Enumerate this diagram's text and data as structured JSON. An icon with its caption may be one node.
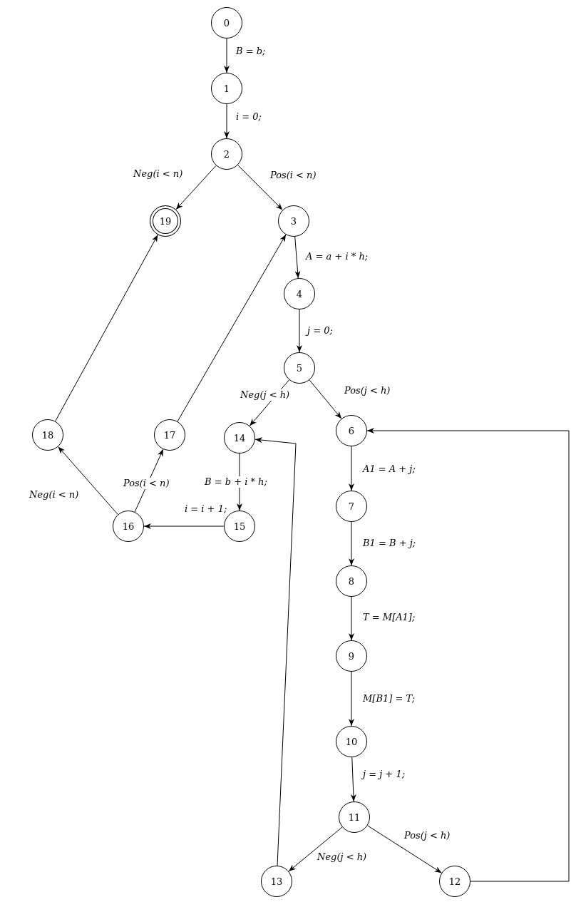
{
  "diagram": {
    "nodes": [
      {
        "text": [
          "0"
        ]
      },
      {
        "text": [
          "1"
        ]
      },
      {
        "text": [
          "2"
        ]
      },
      {
        "text": [
          "19"
        ]
      },
      {
        "text": [
          "3"
        ]
      },
      {
        "text": [
          "4"
        ]
      },
      {
        "text": [
          "5"
        ]
      },
      {
        "text": [
          "18"
        ]
      },
      {
        "text": [
          "17"
        ]
      },
      {
        "text": [
          "14"
        ]
      },
      {
        "text": [
          "6"
        ]
      },
      {
        "text": [
          "16"
        ]
      },
      {
        "text": [
          "15"
        ]
      },
      {
        "text": [
          "7"
        ]
      },
      {
        "text": [
          "8"
        ]
      },
      {
        "text": [
          "9"
        ]
      },
      {
        "text": [
          "10"
        ]
      },
      {
        "text": [
          "11"
        ]
      },
      {
        "text": [
          "13"
        ]
      },
      {
        "text": [
          "12"
        ]
      }
    ],
    "edges": [
      {
        "from": 0,
        "to": 1,
        "arrow": "to",
        "label": "B = b;"
      },
      {
        "from": 1,
        "to": 2,
        "arrow": "to",
        "label": "i = 0;"
      },
      {
        "from": 2,
        "to": 3,
        "arrow": "to",
        "label": "Neg(i < n)"
      },
      {
        "from": 2,
        "to": 4,
        "arrow": "to",
        "label": "Pos(i < n)"
      },
      {
        "from": 4,
        "to": 5,
        "arrow": "to",
        "label": "A = a + i * h;"
      },
      {
        "from": 5,
        "to": 6,
        "arrow": "to",
        "label": "j = 0;"
      },
      {
        "from": 6,
        "to": 9,
        "arrow": "to",
        "label": "Neg(j < h)"
      },
      {
        "from": 6,
        "to": 10,
        "arrow": "to",
        "label": "Pos(j < h)"
      },
      {
        "from": 10,
        "to": 13,
        "arrow": "to",
        "label": "A1 = A + j;"
      },
      {
        "from": 13,
        "to": 14,
        "arrow": "to",
        "label": "B1 = B + j;"
      },
      {
        "from": 14,
        "to": 15,
        "arrow": "to",
        "label": "T = M[A1];"
      },
      {
        "from": 15,
        "to": 16,
        "arrow": "to",
        "label": "M[B1] = T;"
      },
      {
        "from": 16,
        "to": 17,
        "arrow": "to",
        "label": "j = j + 1;"
      },
      {
        "from": 17,
        "to": 18,
        "arrow": "to",
        "label": "Neg(j < h)"
      },
      {
        "from": 17,
        "to": 19,
        "arrow": "to",
        "label": "Pos(j < h)"
      },
      {
        "from": 19,
        "to": 10,
        "arrow": "to"
      },
      {
        "from": 18,
        "to": 9,
        "arrow": "to"
      },
      {
        "from": 9,
        "to": 12,
        "arrow": "to",
        "label": "B = b + i * h;"
      },
      {
        "from": 12,
        "to": 11,
        "arrow": "to",
        "label": "i = i + 1;"
      },
      {
        "from": 11,
        "to": 7,
        "arrow": "to",
        "label": "Neg(i < n)"
      },
      {
        "from": 11,
        "to": 8,
        "arrow": "to",
        "label": "Pos(i < n)"
      },
      {
        "from": 8,
        "to": 4,
        "arrow": "to"
      },
      {
        "from": 7,
        "to": 3,
        "arrow": "to"
      }
    ]
  }
}
